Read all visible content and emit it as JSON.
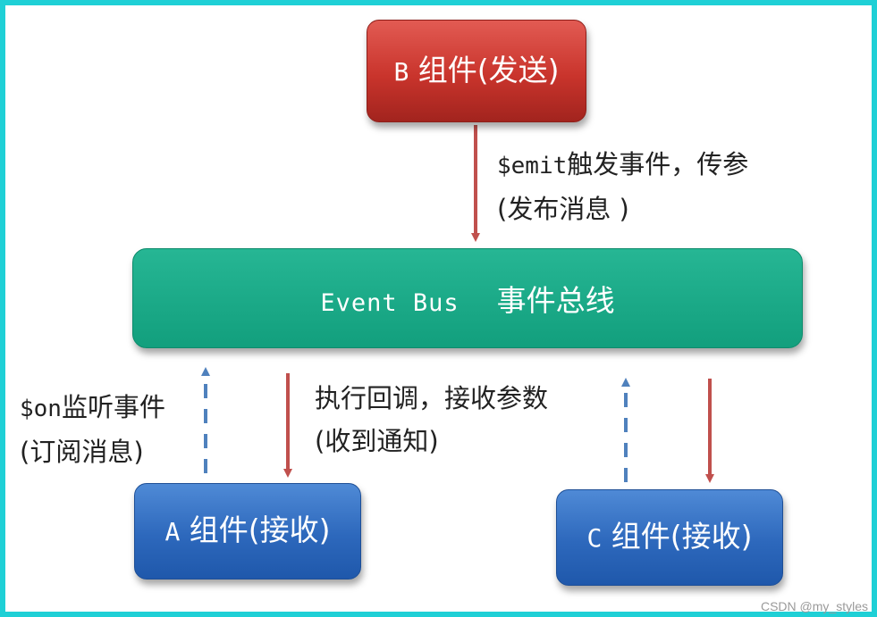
{
  "components": {
    "b": {
      "name": "B",
      "text": "组件(发送)"
    },
    "bus": {
      "name": "Event Bus",
      "text": "事件总线"
    },
    "a": {
      "name": "A",
      "text": "组件(接收)"
    },
    "c": {
      "name": "C",
      "text": "组件(接收)"
    }
  },
  "notes": {
    "emit": {
      "code": "$emit",
      "line1_rest": "触发事件，传参",
      "line2": "(发布消息 )"
    },
    "on": {
      "code": "$on",
      "line1_rest": "监听事件",
      "line2": "(订阅消息)"
    },
    "callback": {
      "line1": "执行回调，接收参数",
      "line2": "(收到通知)"
    }
  },
  "colors": {
    "frame": "#1fd0d6",
    "sender_box": "#c9342c",
    "bus_box": "#129f7d",
    "receiver_box": "#2d68bc",
    "red_arrow": "#c0504d",
    "blue_arrow": "#4f81bd"
  },
  "watermark": "CSDN @my_styles"
}
